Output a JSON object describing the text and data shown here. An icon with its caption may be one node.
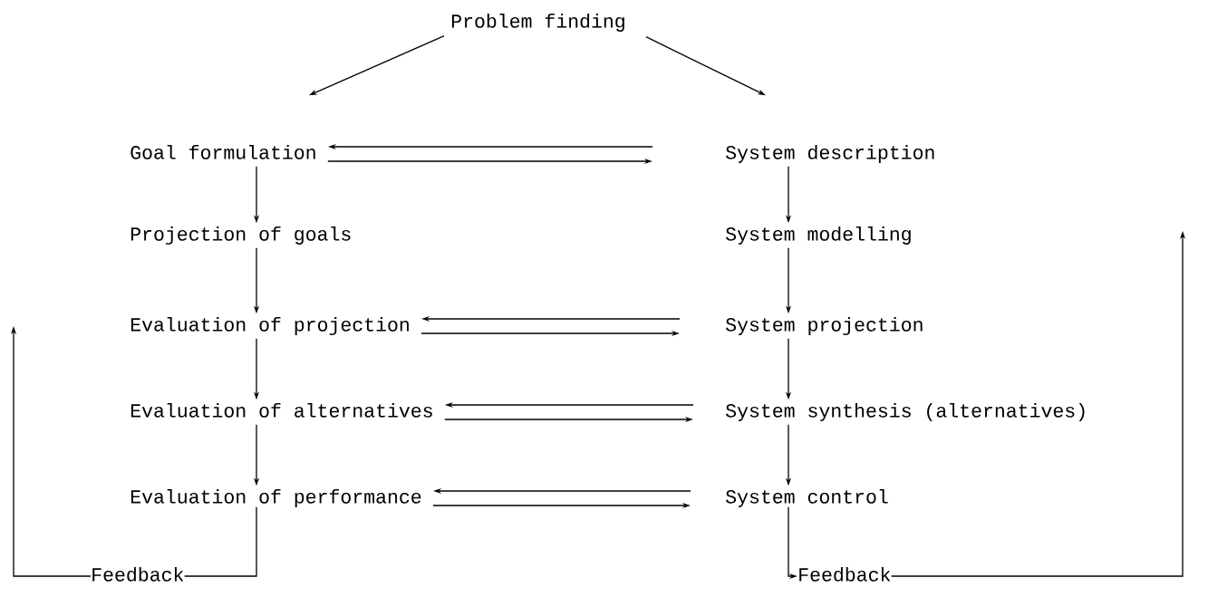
{
  "diagram": {
    "nodes": [
      {
        "text": [
          "Problem finding"
        ]
      },
      {
        "text": [
          "Goal formulation"
        ]
      },
      {
        "text": [
          "System description"
        ]
      },
      {
        "text": [
          "Projection of goals"
        ]
      },
      {
        "text": [
          "System modelling"
        ]
      },
      {
        "text": [
          "Evaluation of projection"
        ]
      },
      {
        "text": [
          "System projection"
        ]
      },
      {
        "text": [
          "Evaluation of alternatives"
        ]
      },
      {
        "text": [
          "System synthesis (alternatives)"
        ]
      },
      {
        "text": [
          "Evaluation of performance"
        ]
      },
      {
        "text": [
          "System control"
        ]
      },
      {
        "text": [
          "Feedback"
        ]
      },
      {
        "text": [
          "Feedback"
        ]
      }
    ],
    "edges": [
      {
        "from": 0,
        "to": 1,
        "arrow": "to"
      },
      {
        "from": 0,
        "to": 2,
        "arrow": "to"
      },
      {
        "from": 2,
        "to": 1,
        "arrow": "to"
      },
      {
        "from": 1,
        "to": 2,
        "arrow": "to"
      },
      {
        "from": 1,
        "to": 3,
        "arrow": "to"
      },
      {
        "from": 3,
        "to": 5,
        "arrow": "to"
      },
      {
        "from": 5,
        "to": 7,
        "arrow": "to"
      },
      {
        "from": 7,
        "to": 9,
        "arrow": "to"
      },
      {
        "from": 2,
        "to": 4,
        "arrow": "to"
      },
      {
        "from": 4,
        "to": 6,
        "arrow": "to"
      },
      {
        "from": 6,
        "to": 8,
        "arrow": "to"
      },
      {
        "from": 8,
        "to": 10,
        "arrow": "to"
      },
      {
        "from": 6,
        "to": 5,
        "arrow": "to"
      },
      {
        "from": 5,
        "to": 6,
        "arrow": "to"
      },
      {
        "from": 8,
        "to": 7,
        "arrow": "to"
      },
      {
        "from": 7,
        "to": 8,
        "arrow": "to"
      },
      {
        "from": 10,
        "to": 9,
        "arrow": "to"
      },
      {
        "from": 9,
        "to": 10,
        "arrow": "to"
      },
      {
        "from": 9,
        "to": 11,
        "arrow": "none"
      },
      {
        "from": 11,
        "to": null,
        "arrow": "to"
      },
      {
        "from": 10,
        "to": 12,
        "arrow": "to"
      },
      {
        "from": 12,
        "to": null,
        "arrow": "to"
      }
    ]
  }
}
